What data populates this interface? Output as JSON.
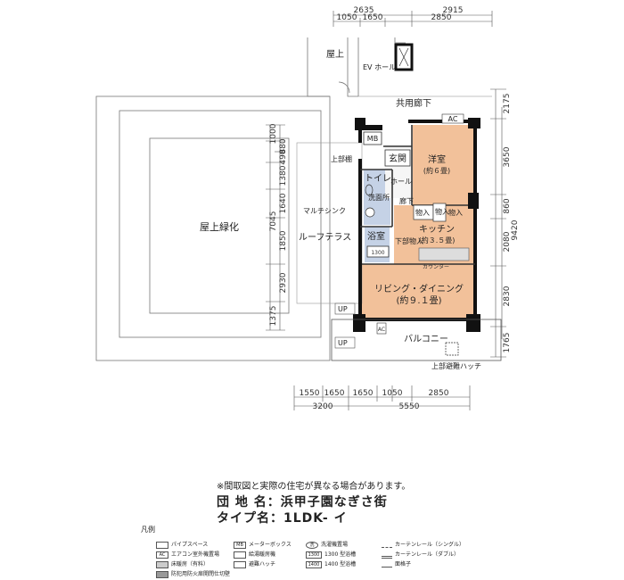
{
  "dimensions": {
    "top_total": [
      "2635",
      "2915"
    ],
    "top_parts": [
      "1050",
      "1650",
      "2850"
    ],
    "right": [
      "2175",
      "3650",
      "860",
      "2080",
      "9420",
      "2830",
      "1765"
    ],
    "left": [
      "1000",
      "880",
      "490",
      "1380",
      "1640",
      "1850",
      "2930",
      "1375",
      "7045"
    ],
    "bottom_parts": [
      "1550",
      "1650",
      "1650",
      "1050",
      "2850"
    ],
    "bottom_total": [
      "3200",
      "5550"
    ]
  },
  "labels": {
    "rooftop": "屋上",
    "ev_hall": "EV ホール",
    "corridor": "共用廊下",
    "ac": "AC",
    "mb": "MB",
    "entrance": "玄関",
    "upper_shelf": "上部棚",
    "toilet": "トイレ",
    "hall": "ホール",
    "washroom": "洗面所",
    "hallway": "廊下",
    "western_room": "洋室",
    "western_room_size": "(約６畳)",
    "storage1": "物入",
    "storage2": "物入",
    "multi_sink": "マルチシンク",
    "kitchen": "キッチン",
    "kitchen_size": "(約３.５畳)",
    "bath": "浴室",
    "bath_size": "1300",
    "upper_storage": "下部物入",
    "counter": "カウンター",
    "roof_terrace": "ルーフテラス",
    "roof_green": "屋上緑化",
    "living": "リビング・ダイニング",
    "living_size": "(約９.１畳)",
    "up1": "UP",
    "up2": "UP",
    "balcony": "バルコニー",
    "hatch": "上部避難ハッチ"
  },
  "info": {
    "note": "※間取図と実際の住宅が異なる場合があります。",
    "complex_label": "団 地 名：",
    "complex_name": "浜甲子園なぎさ街",
    "type_label": "タイプ名：",
    "type_name": "1LDK- イ"
  },
  "legend": {
    "title": "凡例",
    "items": [
      {
        "sym": "",
        "text": "パイプスペース"
      },
      {
        "sym": "AC",
        "text": "エアコン室外機置場"
      },
      {
        "sym": "",
        "text": "床暖房（有料）"
      },
      {
        "sym": "",
        "text": "防犯用防火扉開閉仕切壁"
      },
      {
        "sym": "MB",
        "text": "メーターボックス"
      },
      {
        "sym": "",
        "text": "給湯暖房機"
      },
      {
        "sym": "",
        "text": "避難ハッチ"
      },
      {
        "sym": "洗",
        "text": "洗濯機置場"
      },
      {
        "sym": "1300",
        "text": "1300 型浴槽"
      },
      {
        "sym": "1400",
        "text": "1400 型浴槽"
      },
      {
        "sym": "",
        "text": "カーテンレール（シングル）"
      },
      {
        "sym": "",
        "text": "カーテンレール（ダブル）"
      },
      {
        "sym": "",
        "text": "面格子"
      }
    ]
  },
  "colors": {
    "wall": "#111111",
    "floor_wood": "#f2c19a",
    "floor_tile": "#c5d2e6",
    "grey_wall": "#bdbdbd"
  }
}
